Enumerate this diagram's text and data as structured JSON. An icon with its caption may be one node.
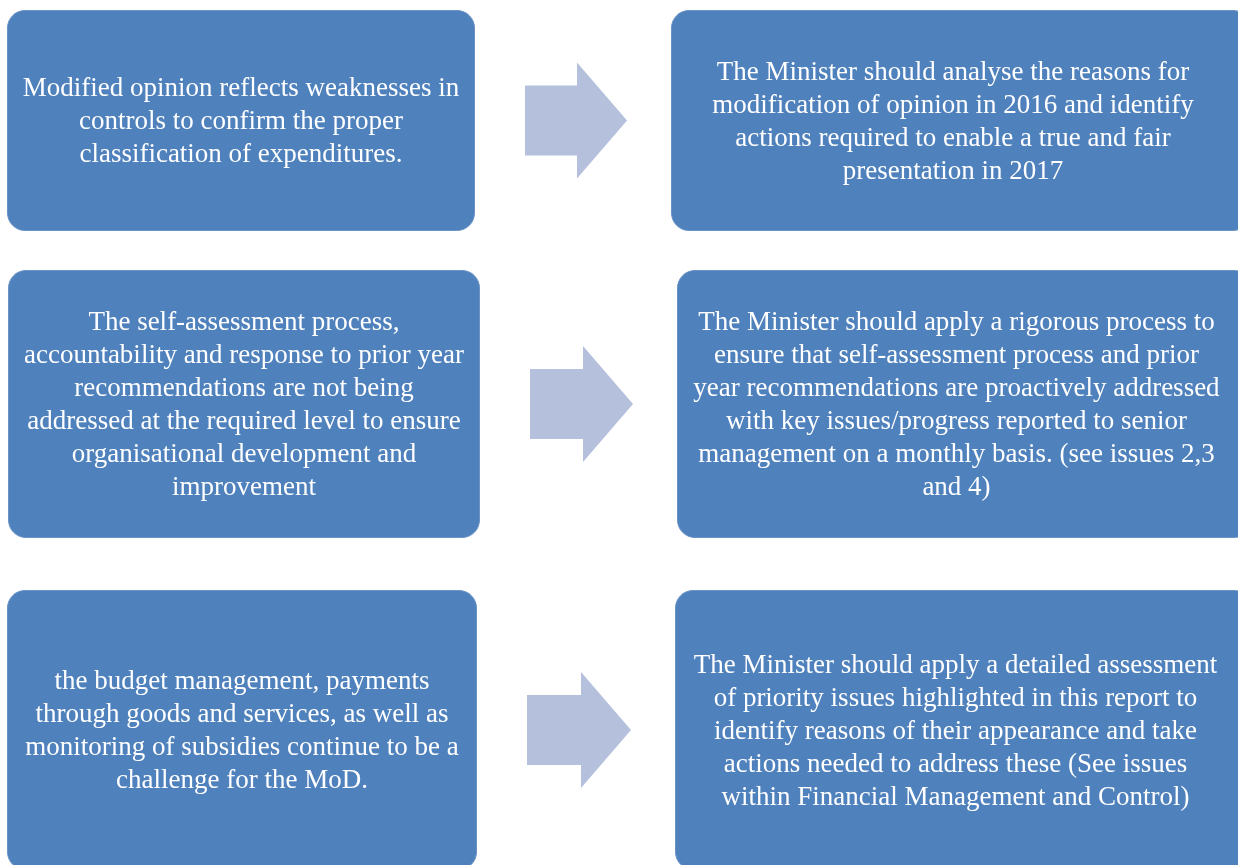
{
  "diagram": {
    "nodes": [
      {
        "text": [
          "Modified opinion reflects weaknesses in controls to confirm the proper classification of expenditures."
        ]
      },
      {
        "text": [
          "The Minister should analyse the reasons for modification of opinion in 2016 and identify actions required to enable a true and fair presentation in 2017"
        ]
      },
      {
        "text": [
          "The self-assessment process, accountability and response to prior year recommendations are not being addressed at the required level to ensure organisational development and improvement"
        ]
      },
      {
        "text": [
          "The Minister should apply a rigorous process to ensure that self-assessment process and prior year recommendations are proactively addressed with key issues/progress reported to senior management on a monthly basis. (see issues 2,3 and 4)"
        ]
      },
      {
        "text": [
          "the budget management, payments through goods and services, as well as monitoring of subsidies continue to be a challenge for the MoD."
        ]
      },
      {
        "text": [
          "The Minister should apply a detailed assessment of priority issues highlighted in this report to identify reasons of their appearance and take actions needed to address these (See issues within Financial Management and Control)"
        ]
      }
    ],
    "edges": [
      {
        "from": 0,
        "to": 1,
        "arrow": "to"
      },
      {
        "from": 2,
        "to": 3,
        "arrow": "to"
      },
      {
        "from": 4,
        "to": 5,
        "arrow": "to"
      }
    ]
  }
}
